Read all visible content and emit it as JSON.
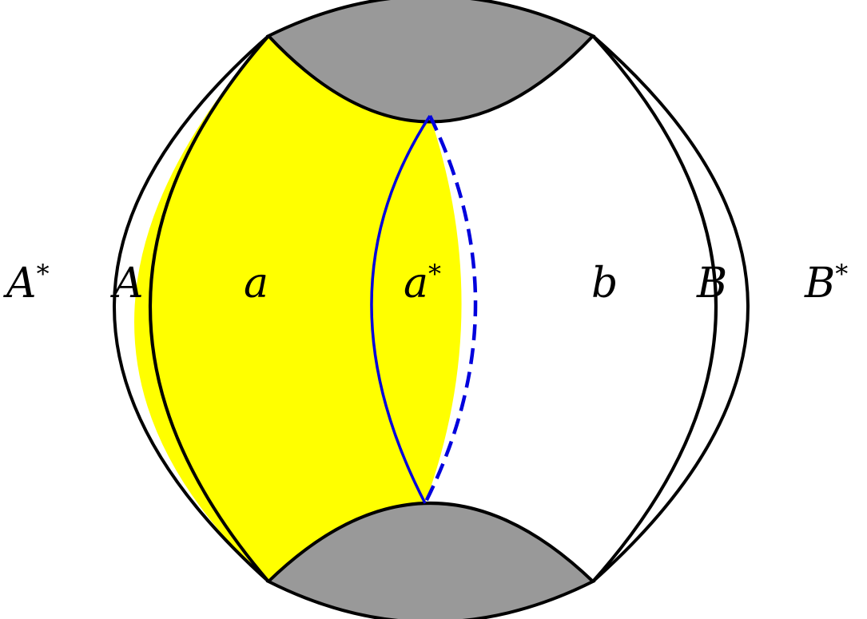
{
  "colors": {
    "entanglement_wedge": "#ffff00",
    "horizon_cap": "#999999",
    "boundary": "#000000",
    "surface": "#0000dd",
    "background": "#ffffff"
  },
  "labels": {
    "A_star": {
      "base": "A",
      "sup": "*"
    },
    "A": {
      "base": "A"
    },
    "a": {
      "base": "a"
    },
    "a_star": {
      "base": "a",
      "sup": "*"
    },
    "b": {
      "base": "b"
    },
    "B": {
      "base": "B"
    },
    "B_star": {
      "base": "B",
      "sup": "*"
    }
  }
}
